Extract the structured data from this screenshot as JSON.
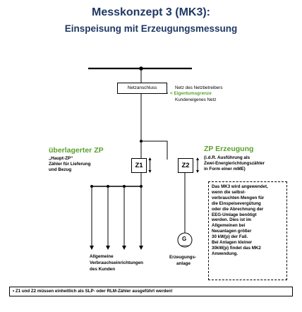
{
  "title": {
    "line1": "Messkonzept 3 (MK3):",
    "line2": "Einspeisung mit Erzeugungsmessung"
  },
  "diagram": {
    "netzanschluss": "Netzanschluss",
    "grid_side": "Netz des Netzbetreibers",
    "property_boundary": "< Eigentumsgrenze",
    "customer_side": "Kundeneigenes Netz",
    "zp_left": {
      "heading": "überlagerter ZP",
      "line1": "„Haupt-ZP“",
      "line2": "Zähler für Lieferung",
      "line3": "und Bezug"
    },
    "zp_right": {
      "heading": "ZP Erzeugung",
      "line1": "(i.d.R. Ausführung als",
      "line2": "Zwei-Energierichtungszähler",
      "line3": "in Form einer mME)"
    },
    "meter_z1": "Z1",
    "meter_z2": "Z2",
    "generator_symbol": "G",
    "consumers": {
      "line1": "Allgemeine",
      "line2": "Verbrauchseinrichtungen",
      "line3": "des Kunden"
    },
    "generator_label": {
      "line1": "Erzeugungs-",
      "line2": "anlage"
    },
    "note_lines": [
      "Das MK3 wird angewendet,",
      "wenn die selbst-",
      "verbrauchten Mengen für",
      "die Einspeisevergütung",
      "oder die Abrechnung der",
      "EEG-Umlage benötigt",
      "werden. Dies ist im",
      "Allgemeinen bei",
      "Neuanlagen größer",
      "30 kW(p) der Fall.",
      "Bei Anlagen kleiner",
      "30kW(p) findet das MK2",
      "Anwendung."
    ],
    "footer": "• Z1 und Z2 müssen einheitlich als SLP- oder RLM-Zähler ausgeführt werden!"
  },
  "colors": {
    "title": "#1f3864",
    "accent_green": "#5aa02c",
    "line": "#000000"
  }
}
